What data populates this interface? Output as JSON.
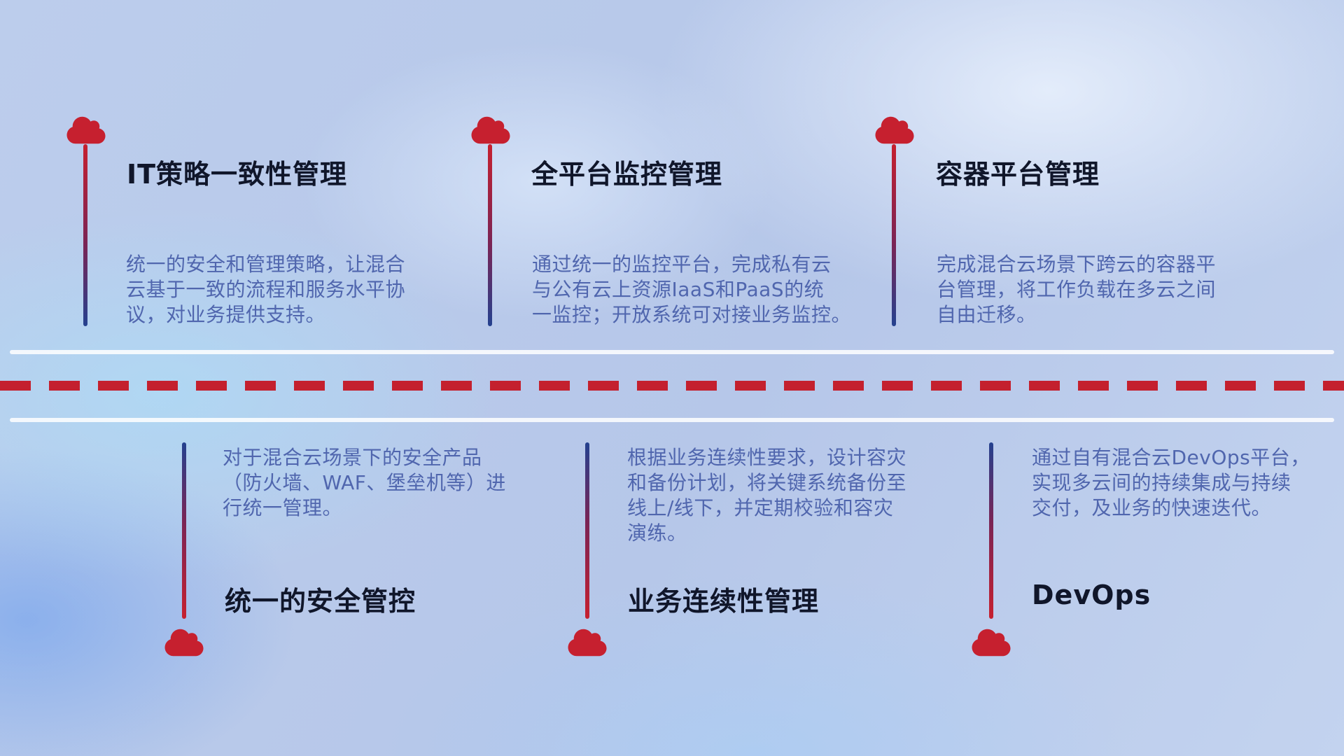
{
  "diagram": {
    "top_items": [
      {
        "title": "IT策略一致性管理",
        "description": "统一的安全和管理策略，让混合\n云基于一致的流程和服务水平协\n议，对业务提供支持。"
      },
      {
        "title": "全平台监控管理",
        "description": "通过统一的监控平台，完成私有云\n与公有云上资源IaaS和PaaS的统\n一监控；开放系统可对接业务监控。"
      },
      {
        "title": "容器平台管理",
        "description": "完成混合云场景下跨云的容器平\n台管理，将工作负载在多云之间\n自由迁移。"
      }
    ],
    "bottom_items": [
      {
        "title": "统一的安全管控",
        "description": "对于混合云场景下的安全产品\n（防火墙、WAF、堡垒机等）进\n行统一管理。"
      },
      {
        "title": "业务连续性管理",
        "description": "根据业务连续性要求，设计容灾\n和备份计划，将关键系统备份至\n线上/线下，并定期校验和容灾\n演练。"
      },
      {
        "title": "DevOps",
        "description": "通过自有混合云DevOps平台，\n实现多云间的持续集成与持续\n交付，及业务的快速迭代。"
      }
    ],
    "colors": {
      "accent_red": "#c6202f",
      "line_blue": "#24418f",
      "title_text": "#10162a",
      "description_text": "#5066ae",
      "rail_white": "#ffffff"
    }
  }
}
